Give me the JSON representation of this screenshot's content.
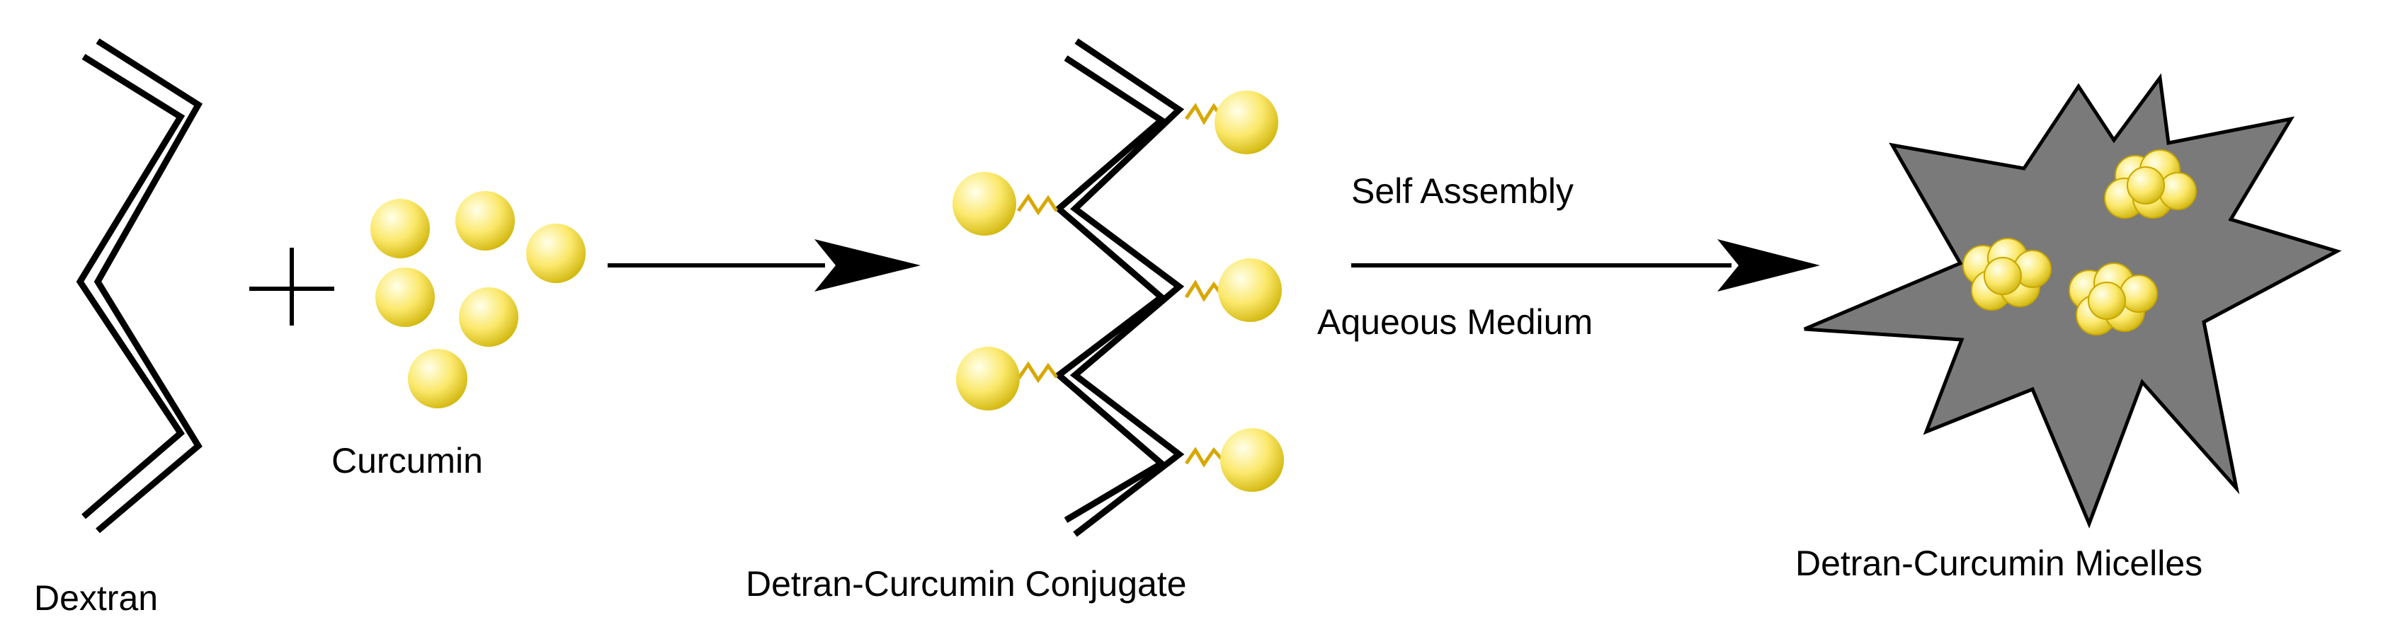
{
  "labels": {
    "dextran": "Dextran",
    "curcumin": "Curcumin",
    "conjugate": "Detran-Curcumin Conjugate",
    "self_assembly": "Self Assembly",
    "aqueous_medium": "Aqueous Medium",
    "micelles": "Detran-Curcumin Micelles"
  },
  "colors": {
    "sphere_highlight": "#ffffea",
    "sphere_mid": "#fbe86a",
    "sphere_edge": "#d1b70f",
    "bond": "#d8a700",
    "micelle_fill": "#7a7a7a",
    "line": "#000000"
  }
}
